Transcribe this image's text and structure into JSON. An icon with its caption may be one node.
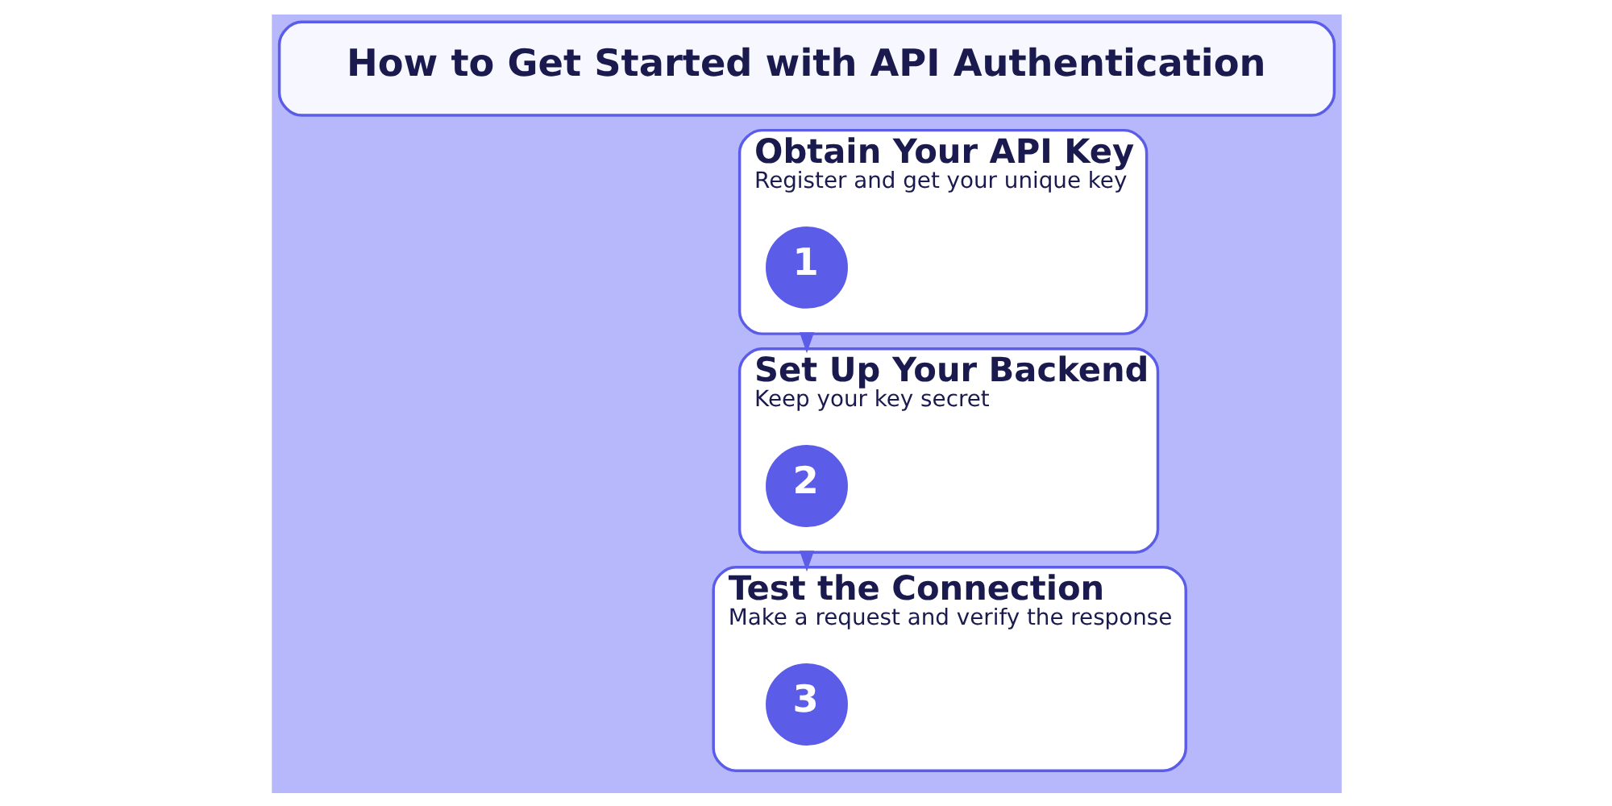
{
  "diagram": {
    "nodes": [
      {
        "text": [
          "How to Get Started with API Authentication"
        ]
      },
      {
        "text": [
          "Obtain Your API Key",
          "Register and get your unique key"
        ]
      },
      {
        "text": [
          "1"
        ],
        "in": 1
      },
      {
        "text": [
          "Set Up Your Backend",
          "Keep your key secret"
        ]
      },
      {
        "text": [
          "2"
        ],
        "in": 3
      },
      {
        "text": [
          "Test the Connection",
          "Make a request and verify the response"
        ]
      },
      {
        "text": [
          "3"
        ],
        "in": 5
      }
    ],
    "edges": [
      {
        "from": 1,
        "to": 3,
        "arrow": "to"
      },
      {
        "from": 3,
        "to": 5,
        "arrow": "to"
      }
    ]
  }
}
